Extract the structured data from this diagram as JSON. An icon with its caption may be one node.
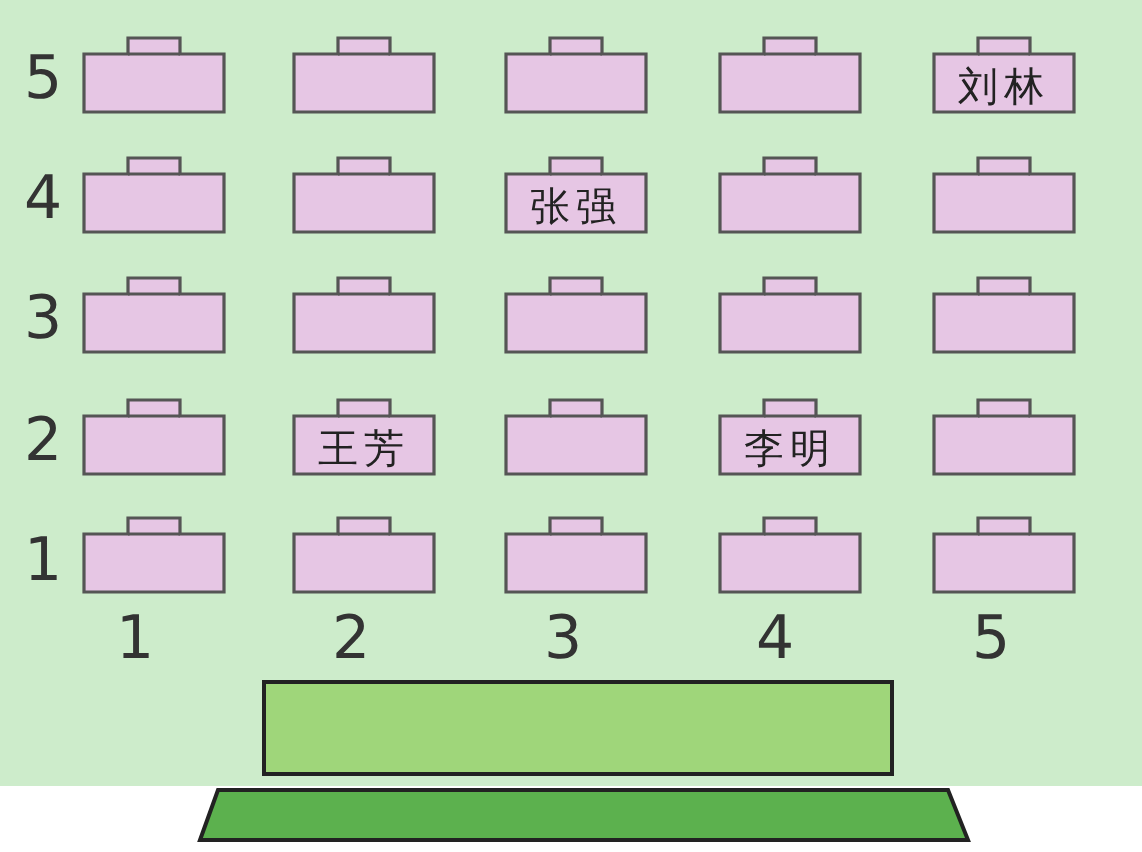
{
  "diagram": {
    "nodes": [
      {
        "text": [],
        "shape": "box"
      },
      {
        "text": [],
        "shape": "box"
      },
      {
        "text": [],
        "shape": "box"
      },
      {
        "text": [],
        "shape": "box"
      },
      {
        "text": [
          "刘林"
        ]
      },
      {
        "text": [],
        "shape": "box"
      },
      {
        "text": [],
        "shape": "box"
      },
      {
        "text": [
          "张强"
        ]
      },
      {
        "text": [],
        "shape": "box"
      },
      {
        "text": [],
        "shape": "box"
      },
      {
        "text": [],
        "shape": "box"
      },
      {
        "text": [],
        "shape": "box"
      },
      {
        "text": [],
        "shape": "box"
      },
      {
        "text": [],
        "shape": "box"
      },
      {
        "text": [],
        "shape": "box"
      },
      {
        "text": [],
        "shape": "box"
      },
      {
        "text": [
          "王芳"
        ]
      },
      {
        "text": [],
        "shape": "box"
      },
      {
        "text": [
          "李明"
        ]
      },
      {
        "text": [],
        "shape": "box"
      },
      {
        "text": [],
        "shape": "box"
      },
      {
        "text": [],
        "shape": "box"
      },
      {
        "text": [],
        "shape": "box"
      },
      {
        "text": [],
        "shape": "box"
      },
      {
        "text": [],
        "shape": "box"
      }
    ],
    "labels": [
      "5",
      "4",
      "3",
      "2",
      "1",
      "1",
      "2",
      "3",
      "4",
      "5"
    ]
  }
}
